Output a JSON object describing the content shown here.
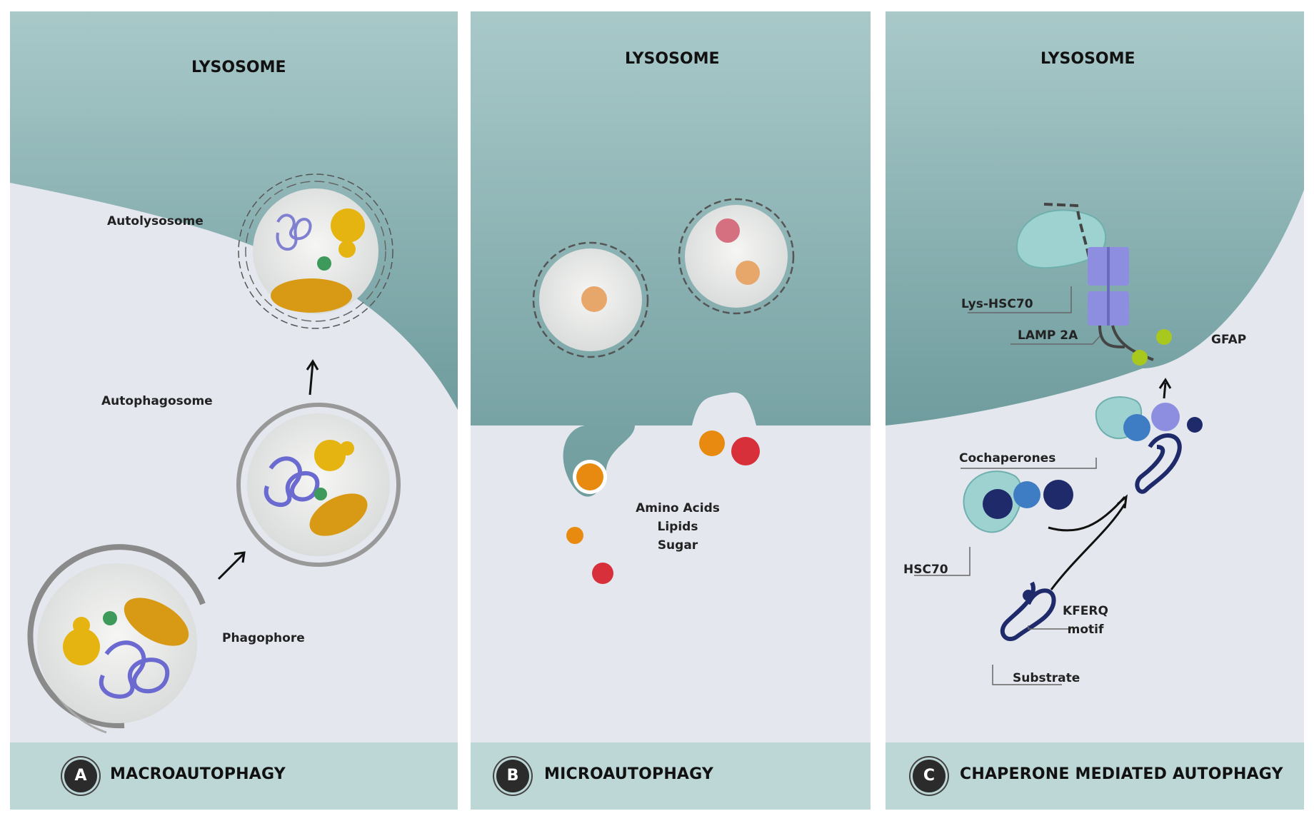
{
  "panels": [
    {
      "badge": "A",
      "title": "MACROAUTOPHAGY",
      "lysosome_label": "LYSOSOME",
      "labels": {
        "autolysosome": "Autolysosome",
        "autophagosome": "Autophagosome",
        "phagophore": "Phagophore"
      }
    },
    {
      "badge": "B",
      "title": "MICROAUTOPHAGY",
      "lysosome_label": "LYSOSOME",
      "labels": {
        "amino_acids": "Amino Acids",
        "lipids": "Lipids",
        "sugar": "Sugar"
      }
    },
    {
      "badge": "C",
      "title": "CHAPERONE MEDIATED AUTOPHAGY",
      "lysosome_label": "LYSOSOME",
      "labels": {
        "lys_hsc70": "Lys-HSC70",
        "lamp2a": "LAMP 2A",
        "gfap": "GFAP",
        "cochaperones": "Cochaperones",
        "hsc70": "HSC70",
        "kferq_line1": "KFERQ",
        "kferq_line2": "motif",
        "substrate": "Substrate"
      }
    }
  ],
  "colors": {
    "lysosome": "#8fb8b8",
    "cytoplasm": "#e4e8ee",
    "footer": "#bdd6d6",
    "mitochondria": "#d89a14",
    "golgi_yellow": "#e6b410",
    "dna_purple": "#7a7ad0",
    "ribosome_green": "#3d9a5a",
    "amino_orange": "#e88a10",
    "lipid_red": "#d8303a",
    "protein_navy": "#1e2a6a",
    "protein_blue": "#3e7cc4",
    "lamp2a_violet": "#8e8ee0",
    "gfap_green": "#a8c81e"
  }
}
